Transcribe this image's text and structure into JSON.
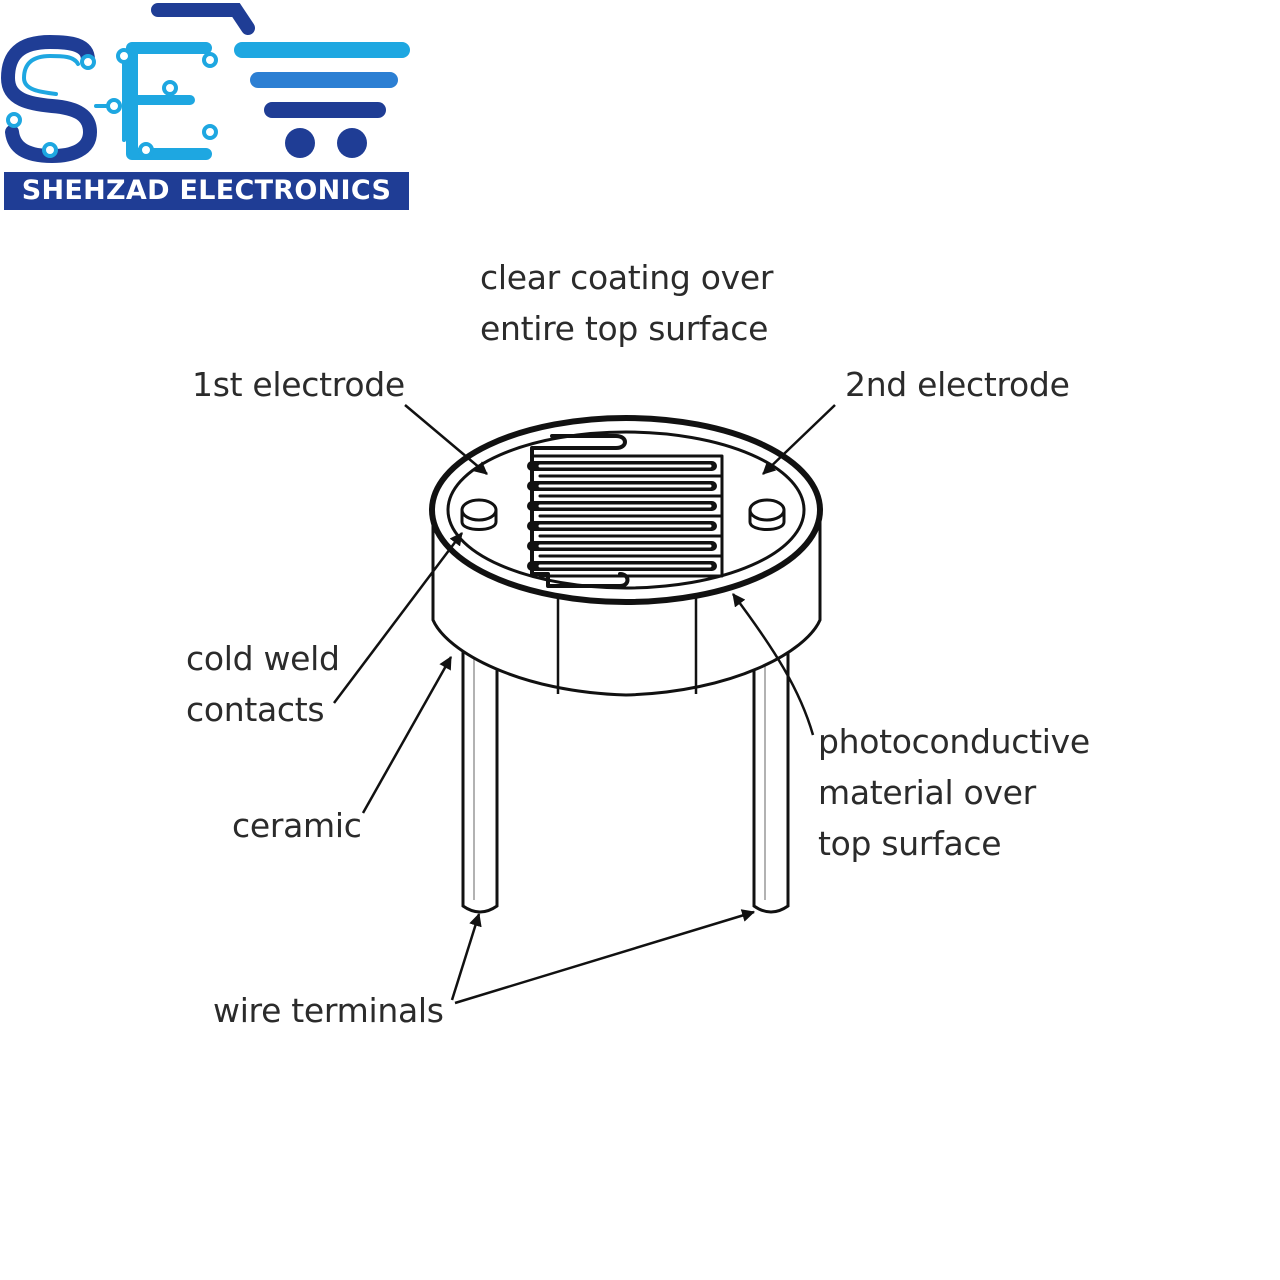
{
  "brand": {
    "logo_letters": "SE",
    "name": "SHEHZAD ELECTRONICS",
    "icon": "shopping-cart-icon",
    "colors": {
      "navy": "#1f3d95",
      "cyan": "#1ea7e1",
      "blue": "#2c7fd3"
    }
  },
  "diagram": {
    "labels": {
      "clear_coating": [
        "clear coating over",
        "entire top surface"
      ],
      "first_electrode": "1st electrode",
      "second_electrode": "2nd electrode",
      "cold_weld": [
        "cold weld",
        "contacts"
      ],
      "ceramic": "ceramic",
      "photoconductive": [
        "photoconductive",
        "material over",
        "top surface"
      ],
      "wire_terminals": "wire terminals"
    }
  }
}
